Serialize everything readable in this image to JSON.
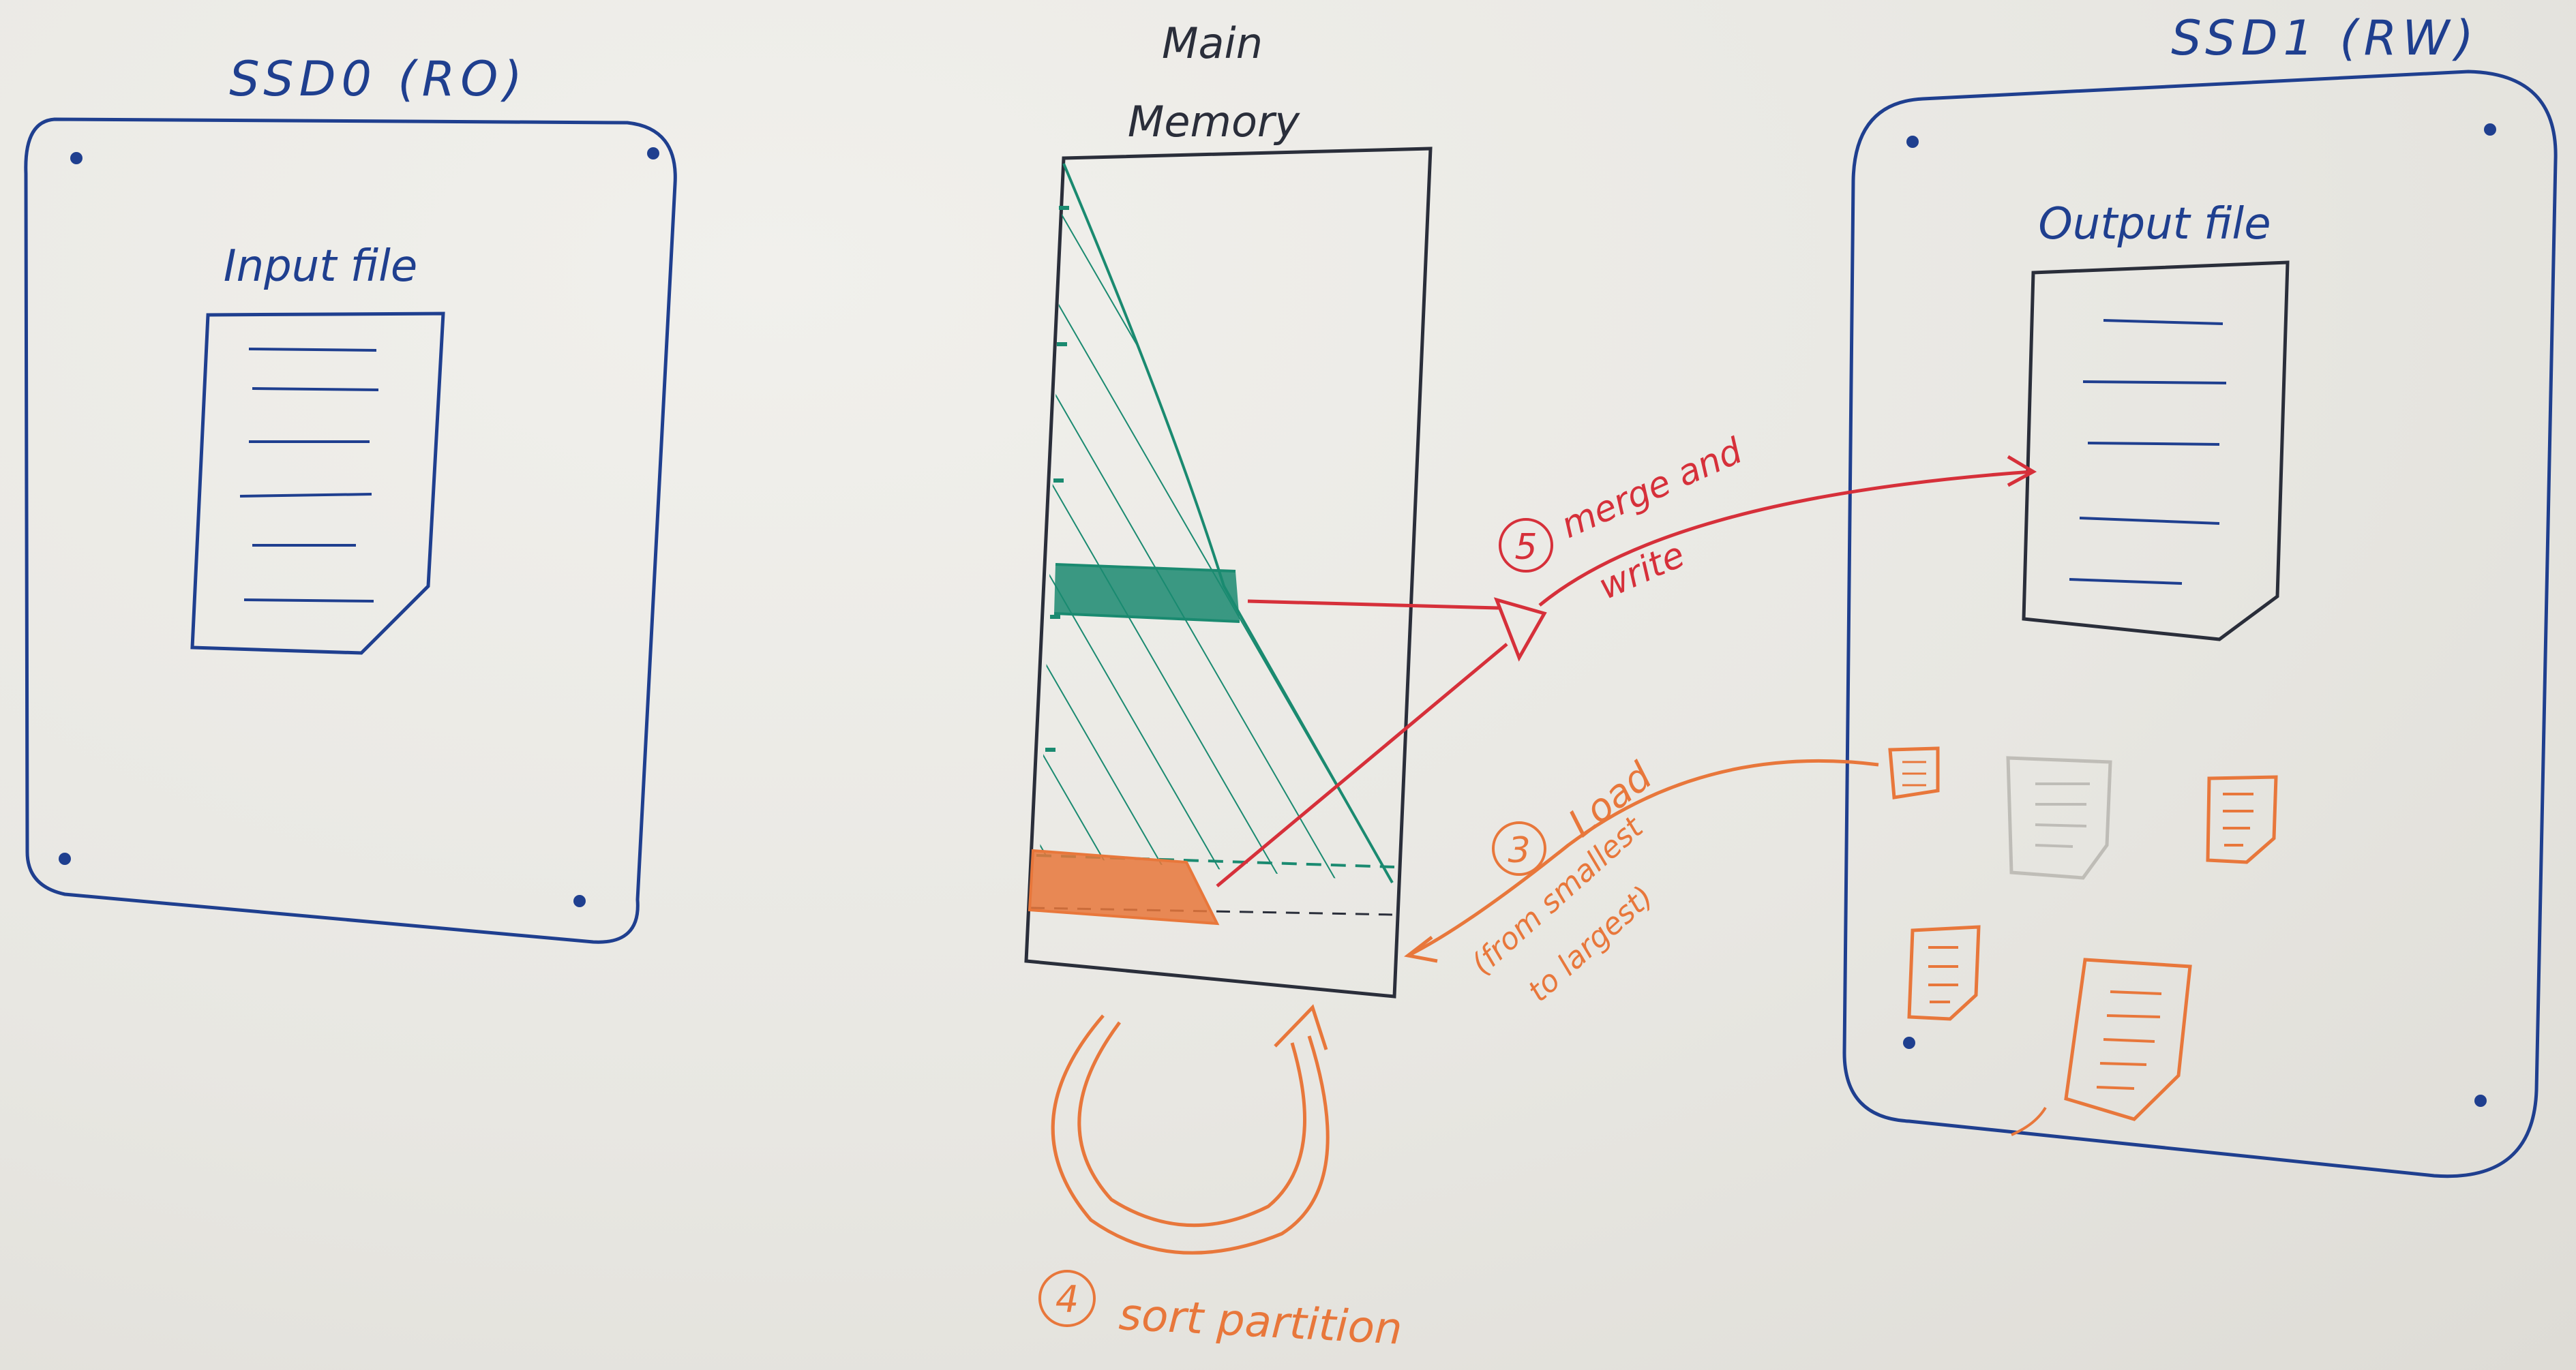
{
  "labels": {
    "ssd0": "SSD0 (RO)",
    "main_memory_line1": "Main",
    "main_memory_line2": "Memory",
    "ssd1": "SSD1 (RW)",
    "input_file": "Input file",
    "output_file": "Output file",
    "step3_number": "3",
    "step3_title": "Load",
    "step3_note_line1": "(from smallest",
    "step3_note_line2": "to largest)",
    "step4_number": "4",
    "step4_title": "sort partition",
    "step5_number": "5",
    "step5_line1": "merge and",
    "step5_line2": "write"
  },
  "colors": {
    "board": "#e9e8e3",
    "blue_marker": "#1f3f8f",
    "teal_marker": "#1a8a70",
    "orange_marker": "#e8773b",
    "red_marker": "#d6303a",
    "black_marker": "#2a2e3a"
  }
}
